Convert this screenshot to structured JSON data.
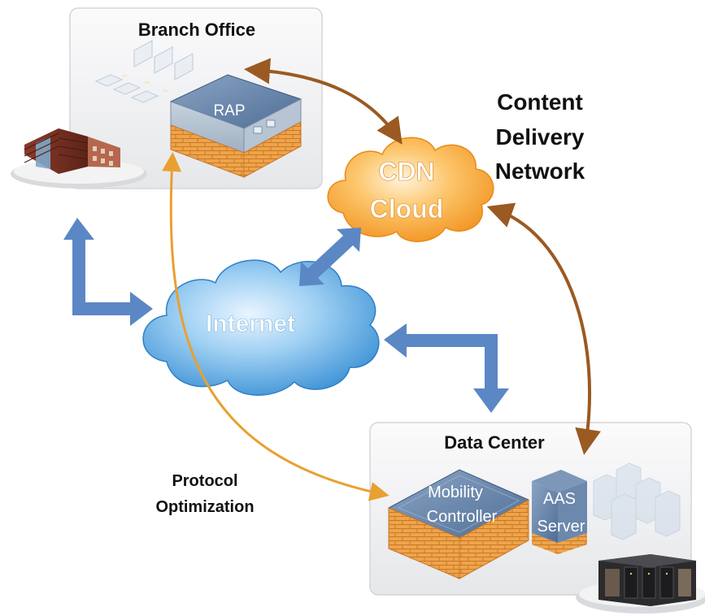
{
  "branch_office": {
    "title": "Branch Office",
    "device": "RAP"
  },
  "cdn": {
    "line1": "CDN",
    "line2": "Cloud"
  },
  "cdn_caption": {
    "line1": "Content",
    "line2": "Delivery",
    "line3": "Network"
  },
  "internet": {
    "label": "Internet"
  },
  "data_center": {
    "title": "Data Center",
    "controller_line1": "Mobility",
    "controller_line2": "Controller",
    "server_line1": "AAS",
    "server_line2": "Server"
  },
  "protocol": {
    "line1": "Protocol",
    "line2": "Optimization"
  },
  "colors": {
    "brown_arrow": "#9a5a22",
    "orange_arrow": "#e8a030",
    "blue_arrow": "#5b87c5",
    "brick": "#e89a3c",
    "device_top": "#5f7fa6"
  }
}
